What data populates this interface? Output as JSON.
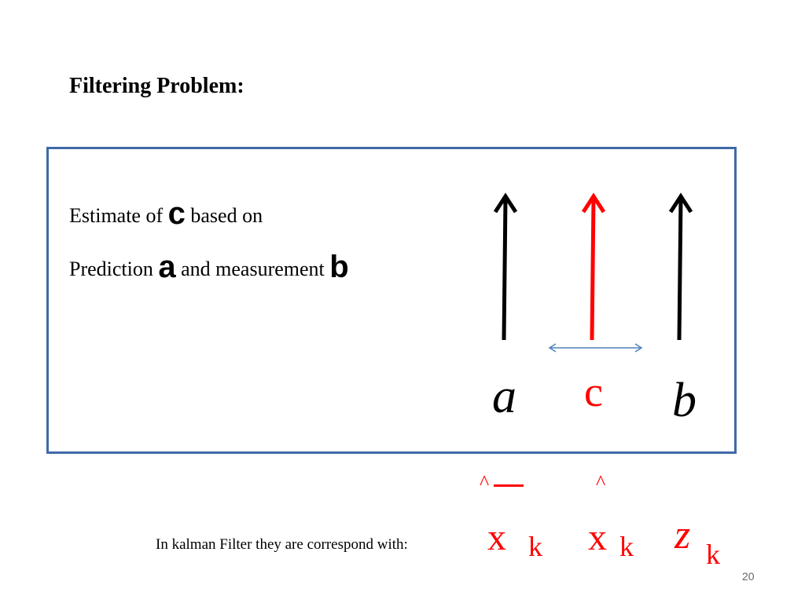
{
  "slide": {
    "title": "Filtering Problem:",
    "estimate_line": {
      "prefix": "Estimate of ",
      "var": "c",
      "suffix": " based on"
    },
    "prediction_line": {
      "prefix": "Prediction ",
      "var_a": "a",
      "middle": " and measurement ",
      "var_b": "b"
    },
    "diagram": {
      "labels": {
        "a": "a",
        "c": "c",
        "b": "b"
      },
      "colors": {
        "black_arrow": "#000000",
        "red_arrow": "#ff0000",
        "double_arrow": "#4f81bd",
        "border": "#3f6aa8"
      }
    },
    "kalman": {
      "text": "In kalman Filter they are correspond with:",
      "symbols": [
        {
          "base": "x",
          "sub": "k",
          "accent": "^",
          "bar": true
        },
        {
          "base": "x",
          "sub": "k",
          "accent": "^",
          "bar": false
        },
        {
          "base": "z",
          "sub": "k"
        }
      ]
    },
    "page_number": "20"
  }
}
